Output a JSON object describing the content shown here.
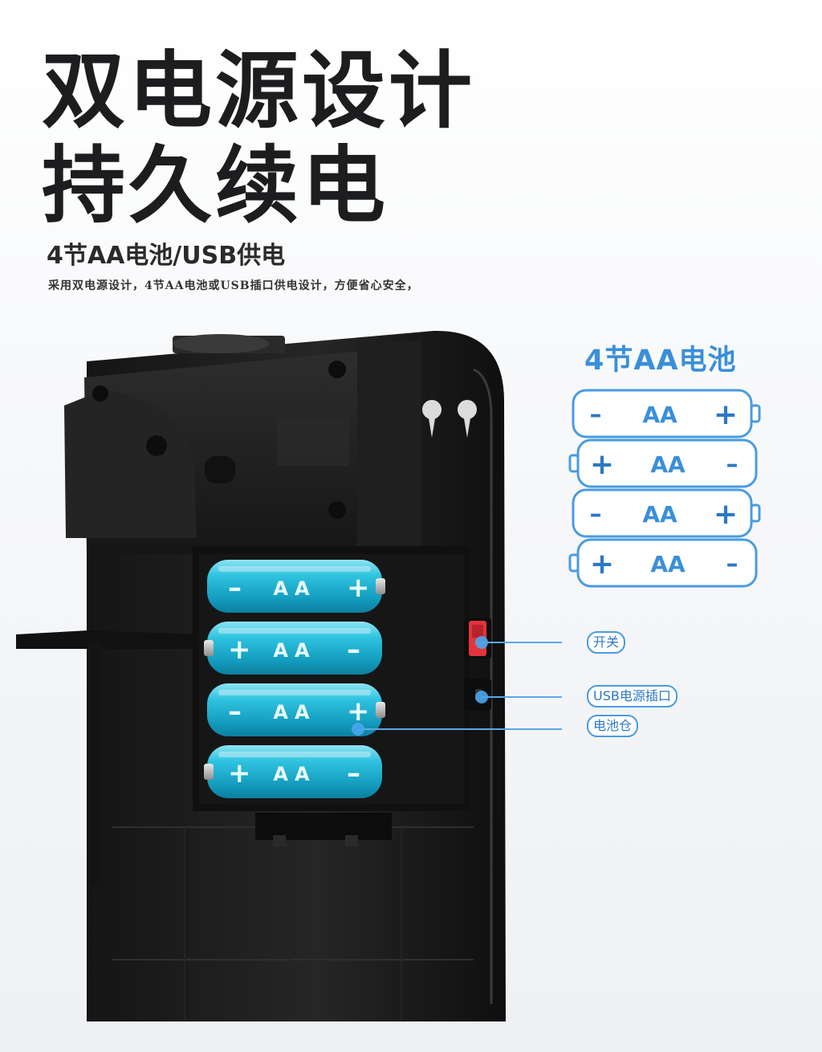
{
  "headline": {
    "line1": "双电源设计",
    "line2": "持久续电"
  },
  "subheading": "4节AA电池/USB供电",
  "description": "采用双电源设计，4节AA电池或USB插口供电设计，方便省心安全，",
  "battery_panel": {
    "title": "4节AA电池",
    "battery_label": "AA",
    "batteries": [
      {
        "label": "AA",
        "left_terminal": "–",
        "right_terminal": "+"
      },
      {
        "label": "AA",
        "left_terminal": "+",
        "right_terminal": "–"
      },
      {
        "label": "AA",
        "left_terminal": "–",
        "right_terminal": "+"
      },
      {
        "label": "AA",
        "left_terminal": "+",
        "right_terminal": "–"
      }
    ]
  },
  "callouts": {
    "switch": "开关",
    "usb_port": "USB电源插口",
    "battery_compartment": "电池仓"
  },
  "product_batteries": [
    {
      "label": "AA",
      "plus_side": "right"
    },
    {
      "label": "AA",
      "plus_side": "left"
    },
    {
      "label": "AA",
      "plus_side": "right"
    },
    {
      "label": "AA",
      "plus_side": "left"
    }
  ],
  "colors": {
    "accent_blue": "#3a8fd9",
    "battery_cyan": "#1fb7d4",
    "device_black": "#1b1b1b",
    "switch_red": "#e2343c",
    "headline_text": "#1d1d1f"
  }
}
